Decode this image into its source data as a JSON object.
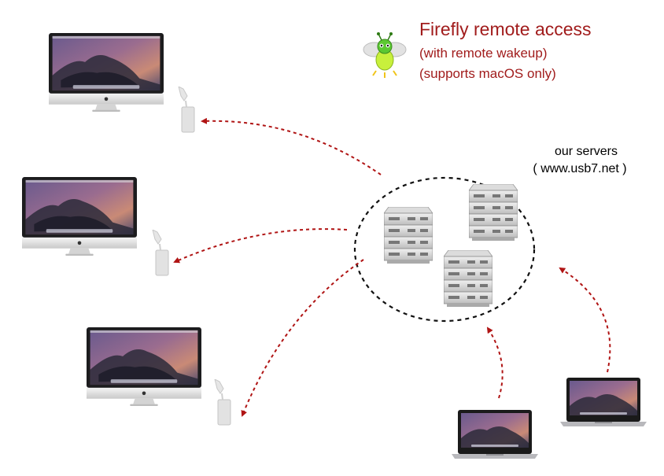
{
  "header": {
    "title": "Firefly remote access",
    "line1": "(with remote wakeup)",
    "line2": "(supports macOS only)",
    "logo_icon": "firefly-bug-icon"
  },
  "servers": {
    "label": "our servers",
    "url": "( www.usb7.net )",
    "icon": "server-rack-icon",
    "count": 3
  },
  "clients": {
    "imacs": 3,
    "laptops": 2,
    "dongle_icon": "usb-dongle-icon",
    "imac_icon": "imac-icon",
    "laptop_icon": "macbook-icon"
  },
  "colors": {
    "title": "#a11c1c",
    "arrow": "#b01414",
    "cloud_border": "#111111"
  }
}
